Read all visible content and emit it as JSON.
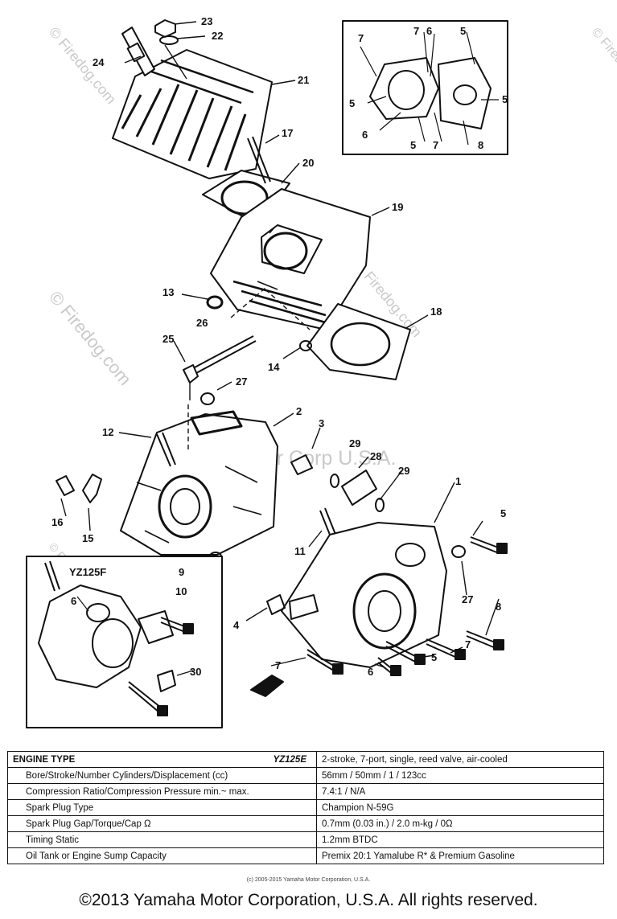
{
  "watermarks": {
    "site": "© Firedog.com",
    "brand": "Yamaha Motor Corp U.S.A."
  },
  "callouts": {
    "c1": "1",
    "c2": "2",
    "c3": "3",
    "c4": "4",
    "c5": "5",
    "c6": "6",
    "c7": "7",
    "c8": "8",
    "c9": "9",
    "c10": "10",
    "c11": "11",
    "c12": "12",
    "c13": "13",
    "c14": "14",
    "c15": "15",
    "c16": "16",
    "c17": "17",
    "c18": "18",
    "c19": "19",
    "c20": "20",
    "c21": "21",
    "c22": "22",
    "c23": "23",
    "c24": "24",
    "c25": "25",
    "c26": "26",
    "c27": "27",
    "c28": "28",
    "c29": "29",
    "c30": "30"
  },
  "inset_model": "YZ125F",
  "spec_table": {
    "header_label": "ENGINE TYPE",
    "header_model": "YZ125E",
    "header_value": "2-stroke, 7-port, single, reed valve, air-cooled",
    "rows": [
      {
        "label": "Bore/Stroke/Number Cylinders/Displacement (cc)",
        "value": "56mm / 50mm / 1 / 123cc"
      },
      {
        "label": "Compression Ratio/Compression Pressure  min.~ max.",
        "value": "7.4:1 / N/A"
      },
      {
        "label": "Spark Plug Type",
        "value": "Champion N-59G"
      },
      {
        "label": "Spark Plug Gap/Torque/Cap Ω",
        "value": "0.7mm (0.03 in.) / 2.0 m-kg / 0Ω"
      },
      {
        "label": "Timing  Static",
        "value": "1.2mm BTDC"
      },
      {
        "label": "Oil Tank or Engine Sump Capacity",
        "value": "Premix 20:1 Yamalube R* & Premium Gasoline"
      }
    ]
  },
  "small_copyright": "(c) 2005-2015 Yamaha Motor Corporation, U.S.A.",
  "copyright": "©2013 Yamaha Motor Corporation, U.S.A. All rights reserved."
}
